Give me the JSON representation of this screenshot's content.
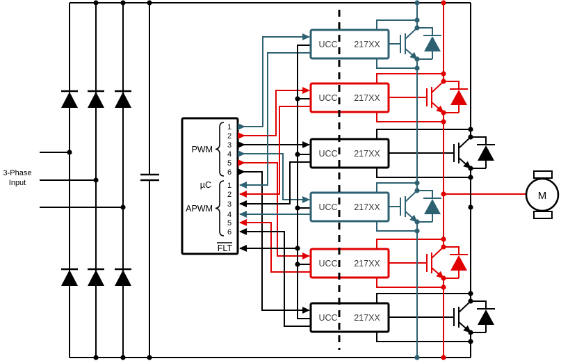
{
  "labels": {
    "three_phase_line1": "3-Phase",
    "three_phase_line2": "Input",
    "motor": "M"
  },
  "mcu": {
    "pwm_group_label": "PWM",
    "chip_label": "µC",
    "apwm_group_label": "APWM",
    "fault_label": "FLT",
    "pwm_pins": [
      "1",
      "2",
      "3",
      "4",
      "5",
      "6"
    ],
    "apwm_pins": [
      "1",
      "2",
      "3",
      "4",
      "5",
      "6"
    ]
  },
  "drivers": [
    {
      "left_label": "UCC",
      "right_label": "217XX"
    },
    {
      "left_label": "UCC",
      "right_label": "217XX"
    },
    {
      "left_label": "UCC",
      "right_label": "217XX"
    },
    {
      "left_label": "UCC",
      "right_label": "217XX"
    },
    {
      "left_label": "UCC",
      "right_label": "217XX"
    },
    {
      "left_label": "UCC",
      "right_label": "217XX"
    }
  ],
  "colors": {
    "phase_a_teal": "#2D6172",
    "phase_b_red": "#E00000",
    "phase_c_black": "#000000",
    "black": "#000000"
  }
}
